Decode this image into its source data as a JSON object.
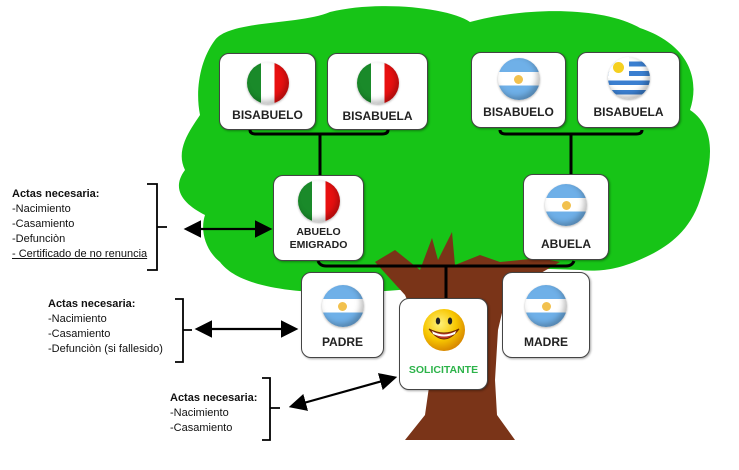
{
  "tree": {
    "colors": {
      "foliage": "#17c417",
      "trunk": "#7a3418",
      "solicitante_label": "#2db34a"
    },
    "great_grandparents_paternal": [
      {
        "label": "BISABUELO",
        "flag": "italy-flag-icon"
      },
      {
        "label": "BISABUELA",
        "flag": "italy-flag-icon"
      }
    ],
    "great_grandparents_maternal": [
      {
        "label": "BISABUELO",
        "flag": "argentina-flag-icon"
      },
      {
        "label": "BISABUELA",
        "flag": "uruguay-flag-icon"
      }
    ],
    "grandparents": [
      {
        "label_line1": "ABUELO",
        "label_line2": "EMIGRADO",
        "flag": "italy-flag-icon"
      },
      {
        "label": "ABUELA",
        "flag": "argentina-flag-icon"
      }
    ],
    "parents": [
      {
        "label": "PADRE",
        "flag": "argentina-flag-icon"
      },
      {
        "label": "MADRE",
        "flag": "argentina-flag-icon"
      }
    ],
    "applicant": {
      "label": "SOLICITANTE",
      "icon": "smiley-face-icon"
    }
  },
  "notes": [
    {
      "title": "Actas necesaria:",
      "items": [
        "-Nacimiento",
        "-Casamiento",
        "-Defunciòn",
        "- Certificado de no renuncia"
      ]
    },
    {
      "title": "Actas necesaria:",
      "items": [
        "-Nacimiento",
        "-Casamiento",
        "-Defunciòn (si fallesido)"
      ]
    },
    {
      "title": "Actas necesaria:",
      "items": [
        "-Nacimiento",
        "-Casamiento"
      ]
    }
  ]
}
